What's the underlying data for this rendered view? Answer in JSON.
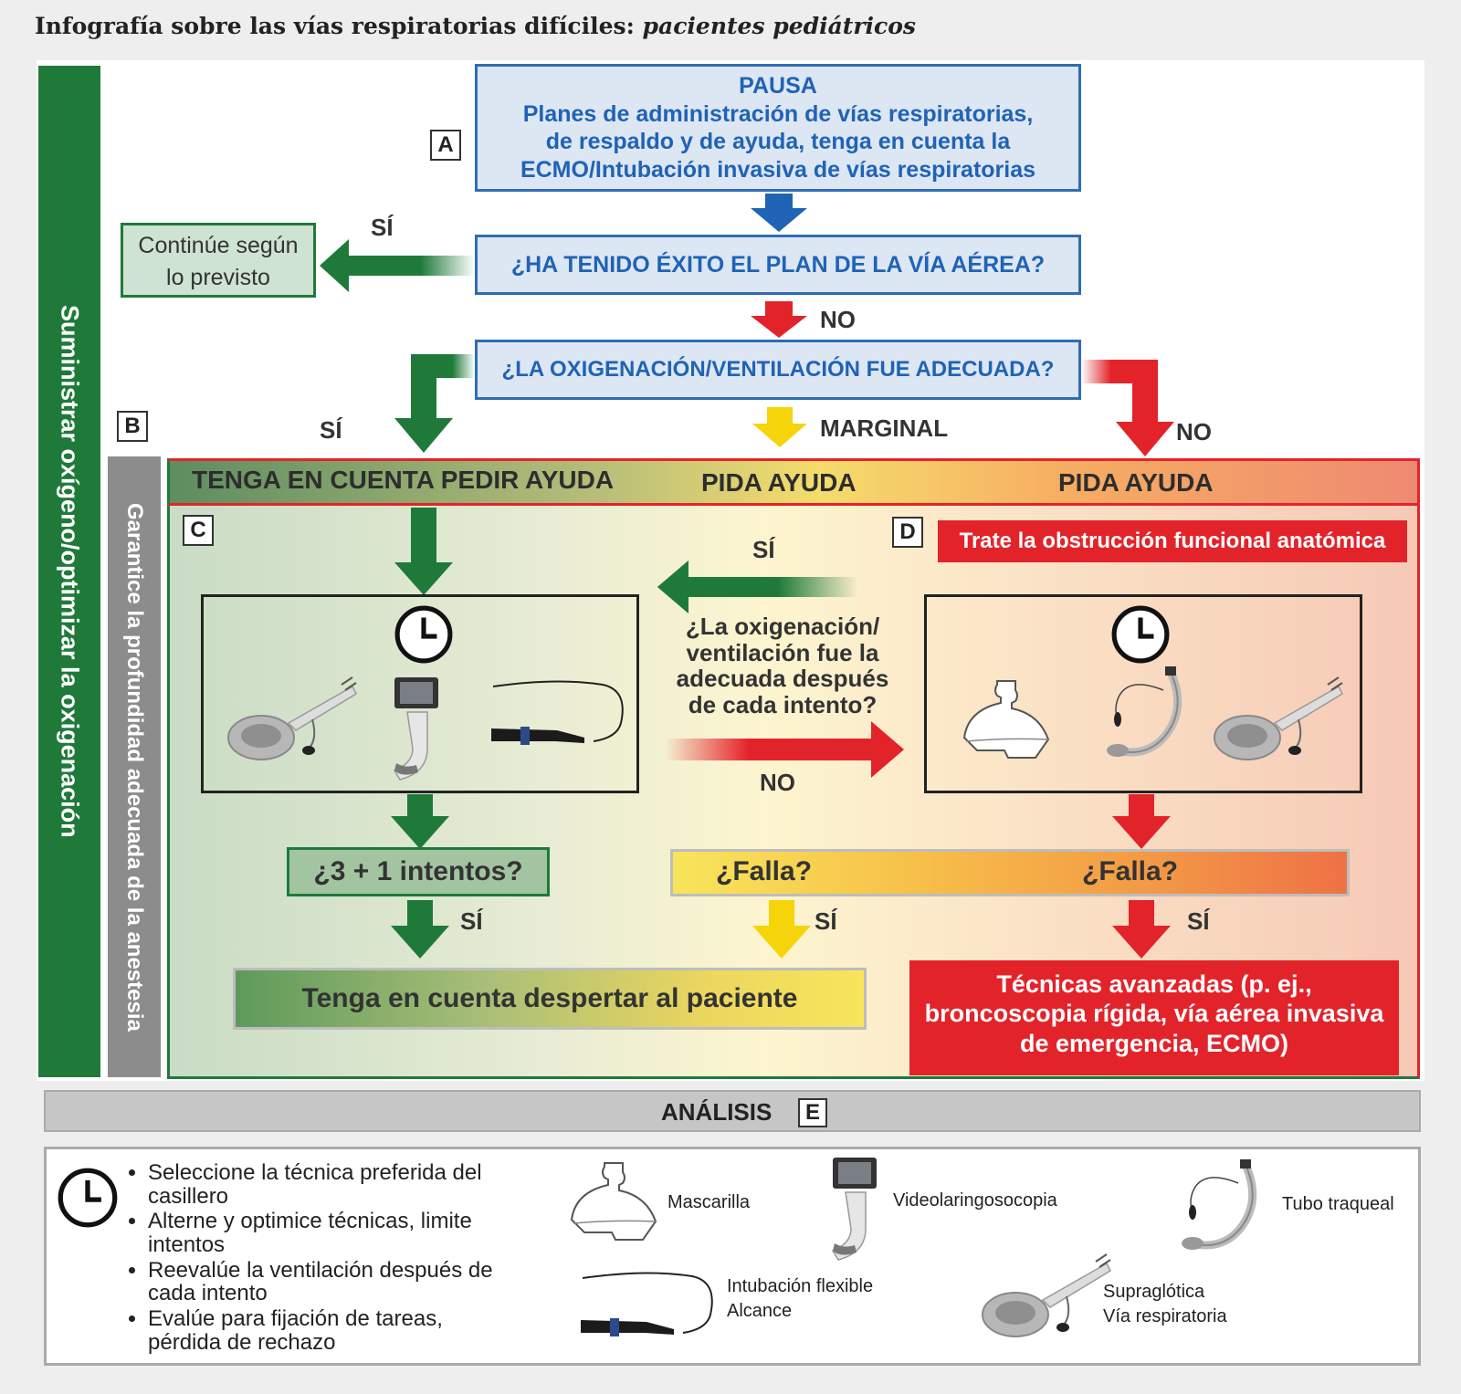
{
  "title": {
    "main": "Infografía sobre las vías respiratorias difíciles: ",
    "italic": "pacientes pediátricos"
  },
  "box_a": {
    "tag": "A",
    "line1": "PAUSA",
    "line2": "Planes de administración de vías respiratorias,",
    "line3": "de respaldo y de ayuda, tenga en cuenta la",
    "line4": "ECMO/Intubación invasiva de vías respiratorias"
  },
  "q_success": "¿HA TENIDO ÉXITO EL PLAN DE LA VÍA AÉREA?",
  "continue_box": {
    "line1": "Continúe según",
    "line2": "lo previsto"
  },
  "q_oxygenation": "¿LA OXIGENACIÓN/VENTILACIÓN FUE ADECUADA?",
  "labels": {
    "si": "SÍ",
    "no": "NO",
    "marginal": "MARGINAL"
  },
  "side_green": "Suministrar oxígeno/optimizar la oxigenación",
  "side_gray": "Garantice la profundidad adecuada de la anestesia",
  "tags": {
    "b": "B",
    "c": "C",
    "d": "D",
    "e": "E"
  },
  "help_band": {
    "left": "TENGA EN CUENTA PEDIR AYUDA",
    "mid": "PIDA AYUDA",
    "right": "PIDA AYUDA"
  },
  "treat_obstruction": "Trate la obstrucción funcional anatómica",
  "center_question": {
    "line1": "¿La oxigenación/",
    "line2": "ventilación fue la",
    "line3": "adecuada después",
    "line4": "de cada intento?"
  },
  "attempts_box": "¿3 + 1 intentos?",
  "fail_box": {
    "left": "¿Falla?",
    "right": "¿Falla?"
  },
  "wake_box": "Tenga en cuenta despertar al paciente",
  "advanced_box": {
    "line1": "Técnicas avanzadas (p. ej.,",
    "line2": "broncoscopia rígida, vía aérea invasiva",
    "line3": "de emergencia, ECMO)"
  },
  "analysis": "ANÁLISIS",
  "legend": {
    "bullets": [
      "Seleccione la técnica preferida del casillero",
      "Alterne y optimice técnicas, limite intentos",
      "Reevalúe la ventilación después de cada intento",
      "Evalúe para fijación de tareas, pérdida de rechazo"
    ],
    "mask": "Mascarilla",
    "video": "Videolaringosocopia",
    "tube": "Tubo traqueal",
    "flex1": "Intubación flexible",
    "flex2": "Alcance",
    "sga1": "Supraglótica",
    "sga2": "Vía respiratoria"
  },
  "colors": {
    "green": "#1f7a3a",
    "blue": "#2e6db4",
    "red": "#e3232a",
    "yellow": "#f6d40a",
    "gray": "#8c8c8c"
  },
  "icons": [
    "clock-icon",
    "laryngeal-mask-icon",
    "videolaryngoscope-icon",
    "flexible-scope-icon",
    "face-mask-icon",
    "tracheal-tube-icon"
  ]
}
